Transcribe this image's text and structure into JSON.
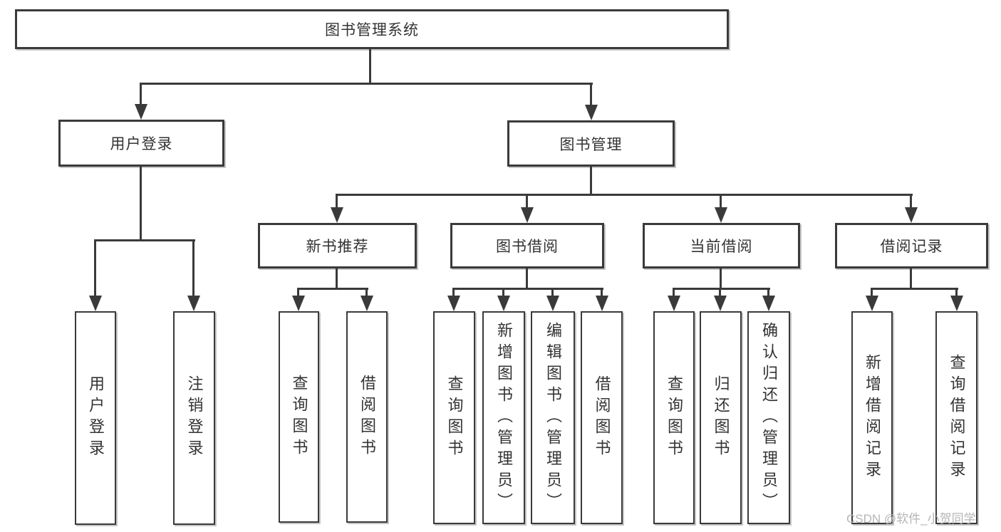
{
  "diagram": {
    "root": {
      "label": "图书管理系统",
      "children": [
        {
          "label": "用户登录",
          "children": [
            {
              "label": "用户登录"
            },
            {
              "label": "注销登录"
            }
          ]
        },
        {
          "label": "图书管理",
          "children": [
            {
              "label": "新书推荐",
              "children": [
                {
                  "label": "查询图书"
                },
                {
                  "label": "借阅图书"
                }
              ]
            },
            {
              "label": "图书借阅",
              "children": [
                {
                  "label": "查询图书"
                },
                {
                  "label": "新增图书（管理员）"
                },
                {
                  "label": "编辑图书（管理员）"
                },
                {
                  "label": "借阅图书"
                }
              ]
            },
            {
              "label": "当前借阅",
              "children": [
                {
                  "label": "查询图书"
                },
                {
                  "label": "归还图书"
                },
                {
                  "label": "确认归还（管理员）"
                }
              ]
            },
            {
              "label": "借阅记录",
              "children": [
                {
                  "label": "新增借阅记录"
                },
                {
                  "label": "查询借阅记录"
                }
              ]
            }
          ]
        }
      ]
    },
    "watermark": "CSDN @软件_小贺同学",
    "colors": {
      "line": "#3a3a3a",
      "text": "#333333",
      "watermark": "#b5b5b5",
      "background": "#ffffff"
    }
  }
}
